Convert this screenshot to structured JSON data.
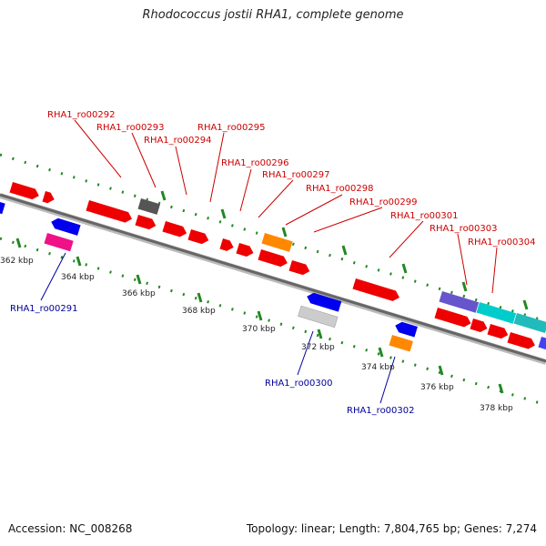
{
  "header": {
    "title": "Rhodococcus jostii RHA1, complete genome"
  },
  "footer": {
    "accession": "Accession: NC_008268",
    "summary": "Topology: linear; Length: 7,804,765 bp; Genes: 7,274"
  },
  "colors": {
    "forward_gene": "#ee0000",
    "reverse_gene": "#0000ee",
    "top_label": "#cc0000",
    "bottom_label": "#000099",
    "ticks": "#228822",
    "backbone": "#888888"
  },
  "axis": {
    "ticks": [
      {
        "label": "362 kbp"
      },
      {
        "label": "364 kbp"
      },
      {
        "label": "366 kbp"
      },
      {
        "label": "368 kbp"
      },
      {
        "label": "370 kbp"
      },
      {
        "label": "372 kbp"
      },
      {
        "label": "374 kbp"
      },
      {
        "label": "376 kbp"
      },
      {
        "label": "378 kbp"
      }
    ]
  },
  "top_labels": [
    "RHA1_ro00292",
    "RHA1_ro00293",
    "RHA1_ro00294",
    "RHA1_ro00295",
    "RHA1_ro00296",
    "RHA1_ro00297",
    "RHA1_ro00298",
    "RHA1_ro00299",
    "RHA1_ro00301",
    "RHA1_ro00303",
    "RHA1_ro00304"
  ],
  "bottom_labels": [
    "RHA1_ro00291",
    "RHA1_ro00300",
    "RHA1_ro00302"
  ]
}
